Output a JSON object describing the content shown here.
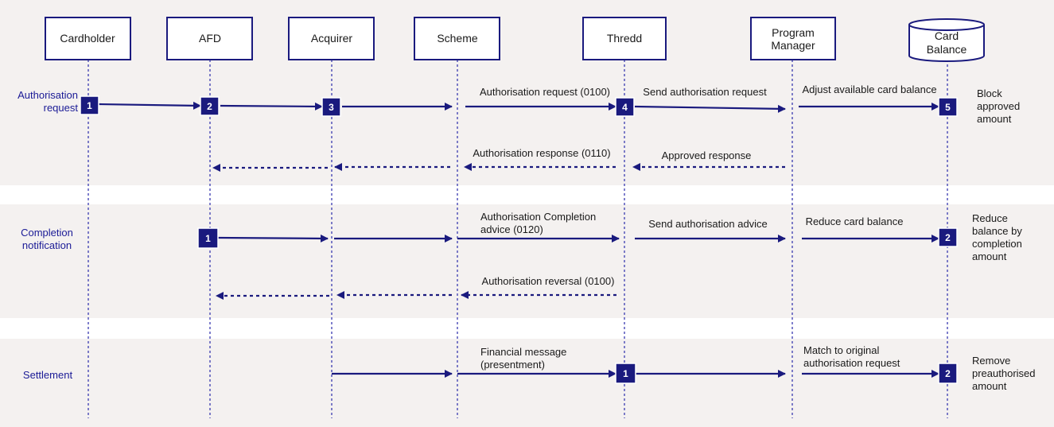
{
  "actors": [
    {
      "id": "cardholder",
      "label": "Cardholder"
    },
    {
      "id": "afd",
      "label": "AFD"
    },
    {
      "id": "acquirer",
      "label": "Acquirer"
    },
    {
      "id": "scheme",
      "label": "Scheme"
    },
    {
      "id": "thredd",
      "label": "Thredd"
    },
    {
      "id": "program-manager",
      "label": "Program Manager"
    },
    {
      "id": "card-balance",
      "label": "Card Balance"
    }
  ],
  "phases": [
    {
      "label": "Authorisation request",
      "steps": [
        {
          "number": "1",
          "actor": "cardholder"
        },
        {
          "number": "2",
          "actor": "afd"
        },
        {
          "number": "3",
          "actor": "acquirer"
        },
        {
          "number": "4",
          "actor": "thredd"
        },
        {
          "number": "5",
          "actor": "card-balance"
        }
      ],
      "messages": [
        {
          "label": "Authorisation request (0100)",
          "style": "solid"
        },
        {
          "label": "Send authorisation request",
          "style": "solid"
        },
        {
          "label": "Adjust available card balance",
          "style": "solid"
        },
        {
          "label": "Authorisation response (0110)",
          "style": "dashed"
        },
        {
          "label": "Approved response",
          "style": "dashed"
        }
      ],
      "note": "Block approved amount"
    },
    {
      "label": "Completion notification",
      "steps": [
        {
          "number": "1",
          "actor": "afd"
        },
        {
          "number": "2",
          "actor": "card-balance"
        }
      ],
      "messages": [
        {
          "label": "Authorisation Completion advice (0120)",
          "style": "solid"
        },
        {
          "label": "Send authorisation advice",
          "style": "solid"
        },
        {
          "label": "Reduce card balance",
          "style": "solid"
        },
        {
          "label": "Authorisation reversal (0100)",
          "style": "dashed"
        }
      ],
      "note": "Reduce balance by completion amount"
    },
    {
      "label": "Settlement",
      "steps": [
        {
          "number": "1",
          "actor": "thredd"
        },
        {
          "number": "2",
          "actor": "card-balance"
        }
      ],
      "messages": [
        {
          "label": "Financial message (presentment)",
          "style": "solid"
        },
        {
          "label": "Match to original authorisation request",
          "style": "solid"
        }
      ],
      "note": "Remove preauthorised amount"
    }
  ],
  "colors": {
    "accent": "#1a1a7e",
    "band": "#f4f1f0",
    "lifeline": "#3a3ab0",
    "text": "#1a1a1a",
    "phase_text": "#1a1a96"
  }
}
